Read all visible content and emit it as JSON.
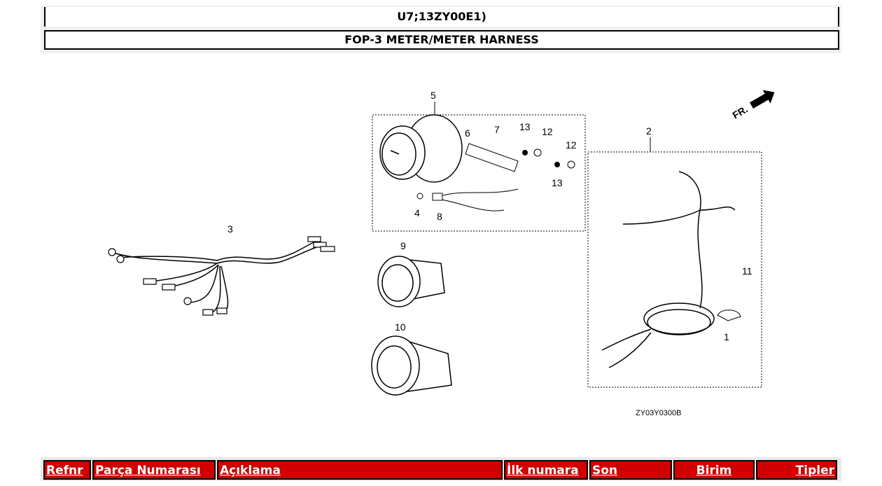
{
  "header": {
    "model_code": "U7;13ZY00E1)",
    "section_title": "FOP-3 METER/METER HARNESS"
  },
  "diagram": {
    "code": "ZY03Y0300B",
    "direction_label": "FR.",
    "callouts": [
      "1",
      "2",
      "3",
      "4",
      "5",
      "6",
      "7",
      "8",
      "9",
      "10",
      "11",
      "12",
      "13"
    ]
  },
  "table": {
    "headers": [
      "Refnr",
      "Parça Numarası",
      "Açıklama",
      "İlk numara",
      "Son",
      "Birim",
      "Tipler"
    ]
  }
}
